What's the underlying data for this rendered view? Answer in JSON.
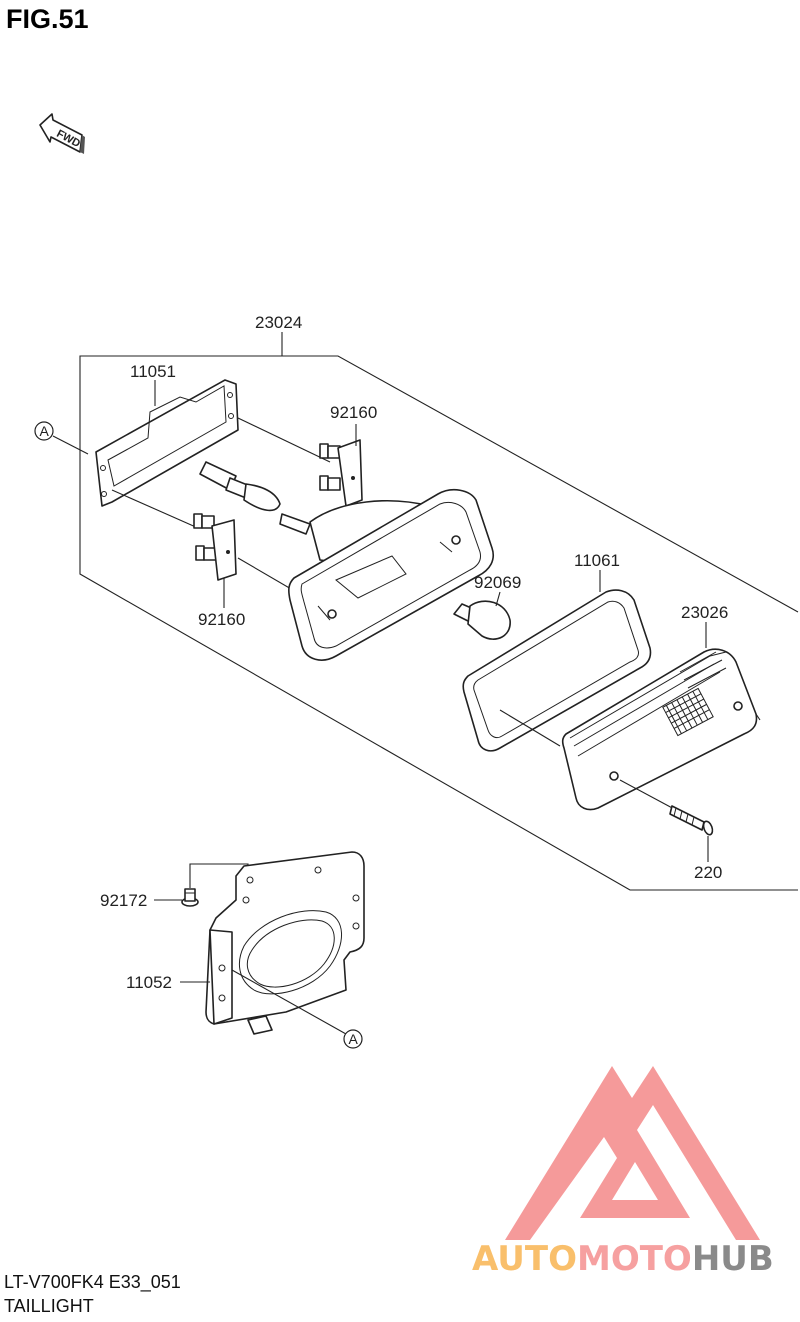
{
  "figure": {
    "title": "FIG.51",
    "model_code": "LT-V700FK4 E33_051",
    "caption": "TAILLIGHT"
  },
  "fwd_arrow": {
    "text": "FWD"
  },
  "ref_marks": {
    "upper": "A",
    "lower": "A"
  },
  "part_numbers": {
    "assembly": "23024",
    "gasket": "11051",
    "socket_upper": "92160",
    "socket_lower": "92160",
    "bulb": "92069",
    "lens_gasket": "11061",
    "lens": "23026",
    "screw": "220",
    "grommet": "92172",
    "bracket": "11052"
  },
  "watermark": {
    "words": [
      "AUTO",
      "MOTO",
      "HUB"
    ],
    "colors": {
      "auto": "#f9bf6b",
      "moto": "#f6a0a0",
      "hub": "#8a8a8a",
      "logo": "#f59a9a"
    }
  }
}
